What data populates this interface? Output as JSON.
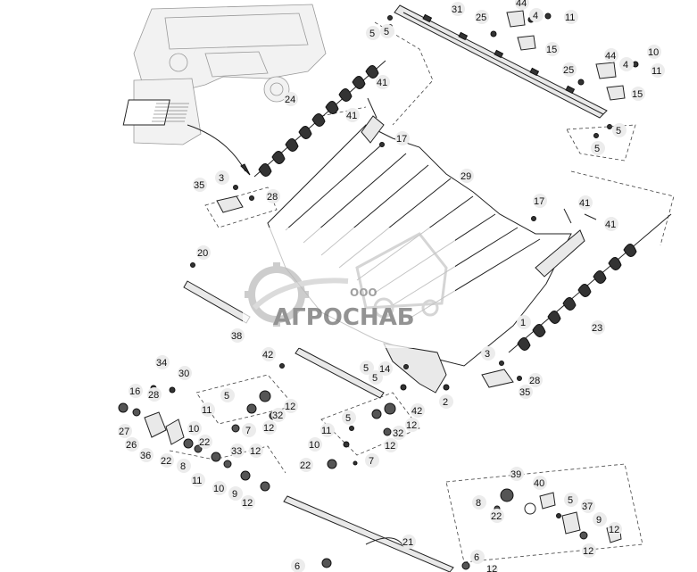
{
  "watermark": {
    "company_prefix": "ООО",
    "company_name": "АГРОСНАБ"
  },
  "callouts": [
    {
      "id": "c1",
      "label": "31"
    },
    {
      "id": "c2",
      "label": "44"
    },
    {
      "id": "c3",
      "label": "25"
    },
    {
      "id": "c4",
      "label": "4"
    },
    {
      "id": "c5",
      "label": "11"
    },
    {
      "id": "c6",
      "label": "15"
    },
    {
      "id": "c7",
      "label": "5"
    },
    {
      "id": "c8",
      "label": "5"
    },
    {
      "id": "c9",
      "label": "44"
    },
    {
      "id": "c10",
      "label": "10"
    },
    {
      "id": "c11",
      "label": "25"
    },
    {
      "id": "c12",
      "label": "4"
    },
    {
      "id": "c13",
      "label": "11"
    },
    {
      "id": "c14",
      "label": "15"
    },
    {
      "id": "c15",
      "label": "5"
    },
    {
      "id": "c16",
      "label": "5"
    },
    {
      "id": "c17",
      "label": "24"
    },
    {
      "id": "c18",
      "label": "41"
    },
    {
      "id": "c19",
      "label": "41"
    },
    {
      "id": "c20",
      "label": "17"
    },
    {
      "id": "c21",
      "label": "29"
    },
    {
      "id": "c22",
      "label": "35"
    },
    {
      "id": "c23",
      "label": "3"
    },
    {
      "id": "c24",
      "label": "28"
    },
    {
      "id": "c25",
      "label": "17"
    },
    {
      "id": "c26",
      "label": "41"
    },
    {
      "id": "c27",
      "label": "41"
    },
    {
      "id": "c28",
      "label": "20"
    },
    {
      "id": "c29",
      "label": "1"
    },
    {
      "id": "c30",
      "label": "23"
    },
    {
      "id": "c31",
      "label": "38"
    },
    {
      "id": "c32",
      "label": "3"
    },
    {
      "id": "c33",
      "label": "28"
    },
    {
      "id": "c34",
      "label": "35"
    },
    {
      "id": "c35",
      "label": "42"
    },
    {
      "id": "c36",
      "label": "5"
    },
    {
      "id": "c37",
      "label": "14"
    },
    {
      "id": "c38",
      "label": "5"
    },
    {
      "id": "c39",
      "label": "2"
    },
    {
      "id": "c40",
      "label": "42"
    },
    {
      "id": "c41",
      "label": "34"
    },
    {
      "id": "c42",
      "label": "30"
    },
    {
      "id": "c43",
      "label": "16"
    },
    {
      "id": "c44",
      "label": "28"
    },
    {
      "id": "c45",
      "label": "5"
    },
    {
      "id": "c46",
      "label": "11"
    },
    {
      "id": "c47",
      "label": "7"
    },
    {
      "id": "c48",
      "label": "32"
    },
    {
      "id": "c49",
      "label": "12"
    },
    {
      "id": "c50",
      "label": "27"
    },
    {
      "id": "c51",
      "label": "10"
    },
    {
      "id": "c52",
      "label": "26"
    },
    {
      "id": "c53",
      "label": "22"
    },
    {
      "id": "c54",
      "label": "36"
    },
    {
      "id": "c55",
      "label": "22"
    },
    {
      "id": "c56",
      "label": "8"
    },
    {
      "id": "c57",
      "label": "33"
    },
    {
      "id": "c58",
      "label": "12"
    },
    {
      "id": "c59",
      "label": "11"
    },
    {
      "id": "c60",
      "label": "10"
    },
    {
      "id": "c61",
      "label": "9"
    },
    {
      "id": "c62",
      "label": "12"
    },
    {
      "id": "c63",
      "label": "12"
    },
    {
      "id": "c64",
      "label": "5"
    },
    {
      "id": "c65",
      "label": "11"
    },
    {
      "id": "c66",
      "label": "32"
    },
    {
      "id": "c67",
      "label": "12"
    },
    {
      "id": "c68",
      "label": "12"
    },
    {
      "id": "c69",
      "label": "10"
    },
    {
      "id": "c70",
      "label": "22"
    },
    {
      "id": "c71",
      "label": "7"
    },
    {
      "id": "c72",
      "label": "39"
    },
    {
      "id": "c73",
      "label": "40"
    },
    {
      "id": "c74",
      "label": "8"
    },
    {
      "id": "c75",
      "label": "5"
    },
    {
      "id": "c76",
      "label": "22"
    },
    {
      "id": "c77",
      "label": "37"
    },
    {
      "id": "c78",
      "label": "9"
    },
    {
      "id": "c79",
      "label": "12"
    },
    {
      "id": "c80",
      "label": "12"
    },
    {
      "id": "c81",
      "label": "21"
    },
    {
      "id": "c82",
      "label": "6"
    },
    {
      "id": "c83",
      "label": "6"
    },
    {
      "id": "c84",
      "label": "12"
    }
  ]
}
